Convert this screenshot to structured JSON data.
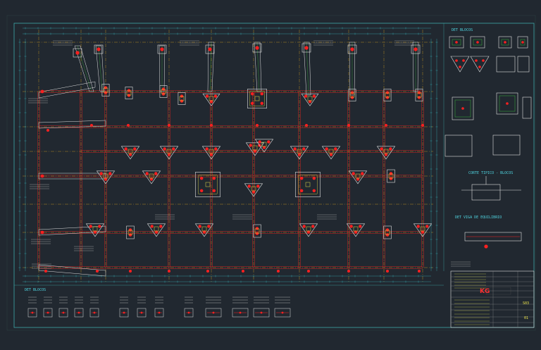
{
  "colors": {
    "background": "#212830",
    "frame": "#3ea8a8",
    "grid": "#d8a020",
    "footing": "#e0e0e0",
    "rebar": "#ff2020",
    "beam": "#d02020",
    "dim": "#39c0c8",
    "green": "#3ccf3c",
    "yellow": "#e6e04a"
  },
  "labels": {
    "det_blocos_top": "DET BLOCOS",
    "corte_tipico": "CORTE TIPICO - BLOCOS",
    "det_viga": "DET VIGA DE EQUILIBRIO",
    "det_blocos_bottom": "DET BLOCOS",
    "title_block": {
      "logo": "KG",
      "sheet_top": "S03",
      "sheet_bottom": "01"
    }
  },
  "icons": {
    "logo": "kg-logo-icon"
  }
}
